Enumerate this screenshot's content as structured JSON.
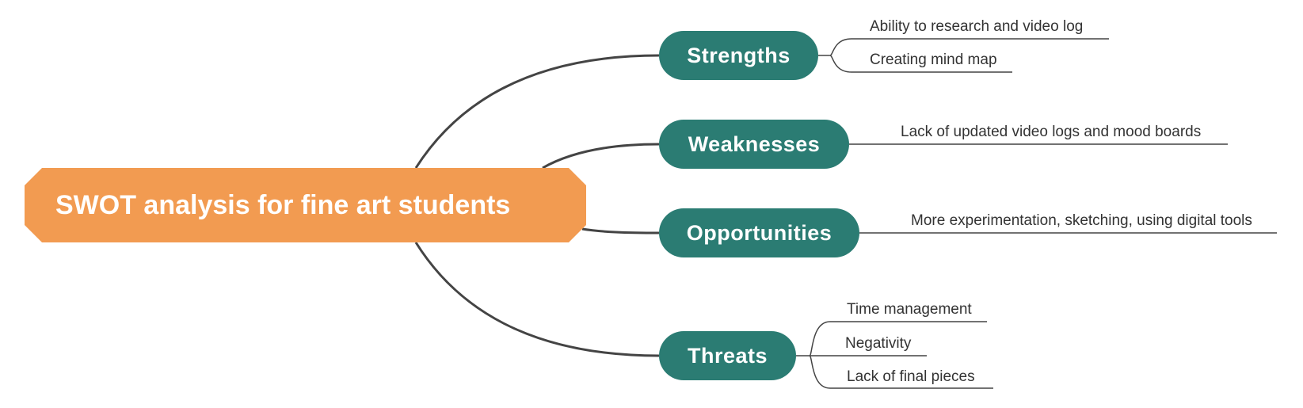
{
  "central": {
    "title": "SWOT analysis for fine art students",
    "color": "#f29b51"
  },
  "branch_color": "#2b7c73",
  "line_color": "#444444",
  "branches": [
    {
      "label": "Strengths",
      "items": [
        "Ability to research  and video log",
        "Creating mind map"
      ]
    },
    {
      "label": "Weaknesses",
      "items": [
        "Lack of updated video logs and mood boards"
      ]
    },
    {
      "label": "Opportunities",
      "items": [
        "More experimentation, sketching, using digital tools"
      ]
    },
    {
      "label": "Threats",
      "items": [
        "Time management",
        "Negativity",
        "Lack of final pieces"
      ]
    }
  ]
}
